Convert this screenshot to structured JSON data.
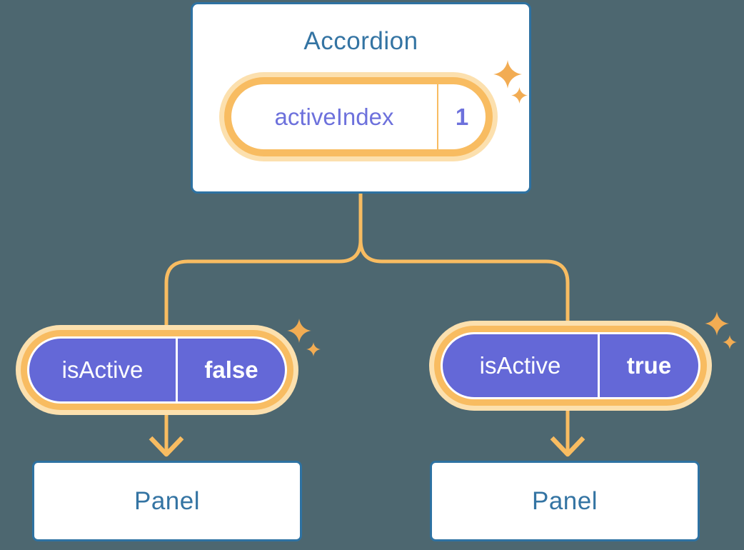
{
  "colors": {
    "background": "#4D6770",
    "box_border": "#2E72A2",
    "heading_text": "#3474A3",
    "orange": "#F8BC61",
    "orange_glow": "#FCE0AE",
    "sparkle": "#F2AC53",
    "purple": "#6468D7",
    "purple_text": "#6D71DC",
    "white": "#FFFFFF"
  },
  "accordion": {
    "title": "Accordion",
    "state_pill": {
      "name": "activeIndex",
      "value": "1"
    }
  },
  "panels": [
    {
      "prop_pill": {
        "name": "isActive",
        "value": "false"
      },
      "label": "Panel"
    },
    {
      "prop_pill": {
        "name": "isActive",
        "value": "true"
      },
      "label": "Panel"
    }
  ],
  "icons": {
    "sparkle-icon": "four-point star",
    "arrow-down-icon": "downward chevron arrowhead"
  }
}
